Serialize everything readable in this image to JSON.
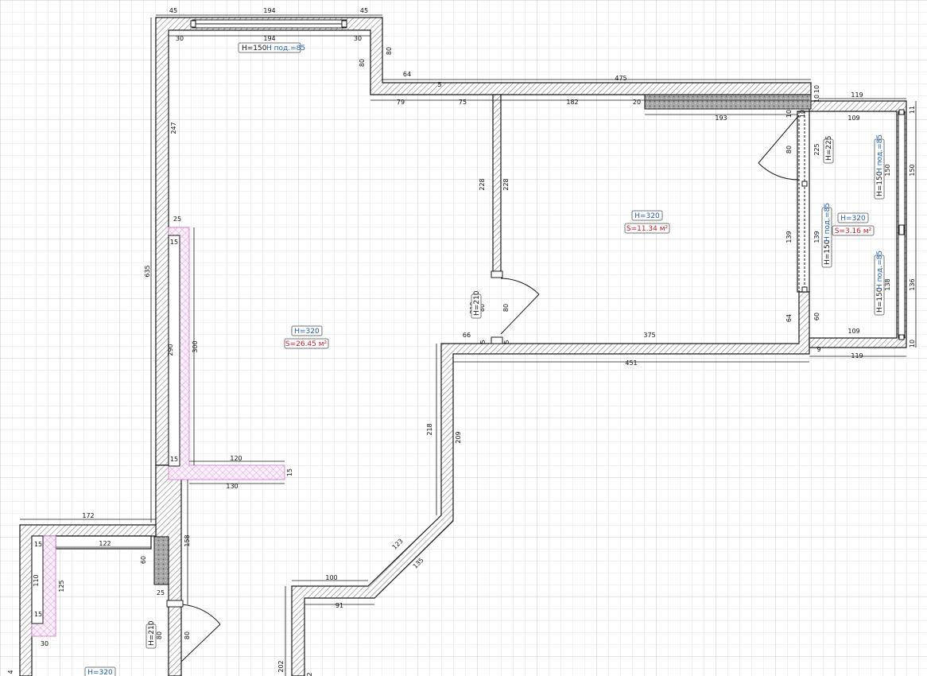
{
  "colors": {
    "background": "#ffffff",
    "grid_minor": "#e3e3e3",
    "grid_major": "#c9c9c9",
    "wall_stroke": "#1a1a1a",
    "wall_hatch": "#7a7a7a",
    "partition": "#d88ad8",
    "concrete": "#9a9a9a",
    "height_text": "#1f5fa8",
    "area_text": "#c0202a",
    "dimension_text": "#111111"
  },
  "rooms": [
    {
      "id": "main-room",
      "height": "H=320",
      "area": "S=26.45 м²"
    },
    {
      "id": "bedroom",
      "height": "H=320",
      "area": "S=11.34 м²"
    },
    {
      "id": "balcony",
      "height": "H=320",
      "area": "S=3.16 м²"
    },
    {
      "id": "lower-room",
      "height": "H=320",
      "area": ""
    }
  ],
  "windows": [
    {
      "id": "top-window",
      "height": "H=150",
      "sill": "H под.=85"
    },
    {
      "id": "balcony-window-upper",
      "height": "H=150",
      "sill": "H под.=85"
    },
    {
      "id": "balcony-window-middle",
      "height": "H=150",
      "sill": "H под.=85"
    },
    {
      "id": "balcony-window-lower",
      "height": "H=150",
      "sill": "H под.=85"
    }
  ],
  "doors": [
    {
      "id": "bedroom-door",
      "height": "H=210"
    },
    {
      "id": "balcony-door",
      "height": "H=225"
    },
    {
      "id": "lower-door",
      "height": "H=210"
    }
  ],
  "dimensions": [
    "45",
    "194",
    "45",
    "30",
    "194",
    "30",
    "80",
    "80",
    "64",
    "5",
    "475",
    "10",
    "10",
    "119",
    "79",
    "75",
    "182",
    "20",
    "193",
    "10",
    "10",
    "109",
    "11",
    "247",
    "228",
    "228",
    "80",
    "225",
    "150",
    "150",
    "25",
    "15",
    "139",
    "139",
    "635",
    "300",
    "290",
    "80",
    "80",
    "210",
    "60",
    "138",
    "136",
    "64",
    "66",
    "5",
    "5",
    "375",
    "109",
    "10",
    "9",
    "451",
    "119",
    "218",
    "209",
    "15",
    "120",
    "15",
    "130",
    "172",
    "158",
    "15",
    "122",
    "60",
    "25",
    "110",
    "125",
    "15",
    "123",
    "135",
    "100",
    "91",
    "80",
    "80",
    "30",
    "202",
    "2",
    "4"
  ]
}
